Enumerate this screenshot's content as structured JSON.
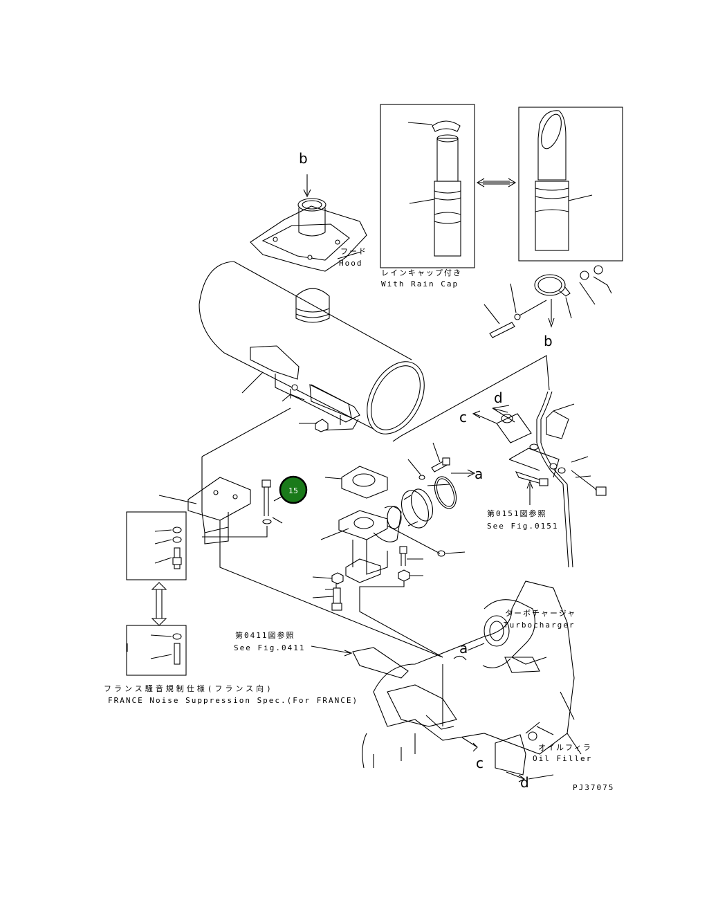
{
  "labels": {
    "hood_jp": "フード",
    "hood_en": "Hood",
    "rain_cap_jp": "レインキャップ付き",
    "rain_cap_en": "With Rain Cap",
    "ref0151_jp": "第0151図参照",
    "ref0151_en": "See Fig.0151",
    "ref0411_jp": "第0411図参照",
    "ref0411_en": "See Fig.0411",
    "turbo_jp": "ターボチャージャ",
    "turbo_en": "Turbocharger",
    "oil_jp": "オイルフィラ",
    "oil_en": "Oil Filler",
    "france_jp": "フランス騒音規制仕様(フランス向)",
    "france_en": "FRANCE Noise Suppression Spec.(For FRANCE)",
    "drawing_no": "PJ37075"
  },
  "markers": {
    "a1": "a",
    "a2": "a",
    "b1": "b",
    "b2": "b",
    "c1": "c",
    "c2": "c",
    "d1": "d",
    "d2": "d"
  },
  "callout": {
    "number": "15",
    "color": "#1a7a1a"
  },
  "colors": {
    "line": "#000000",
    "background": "#ffffff"
  }
}
